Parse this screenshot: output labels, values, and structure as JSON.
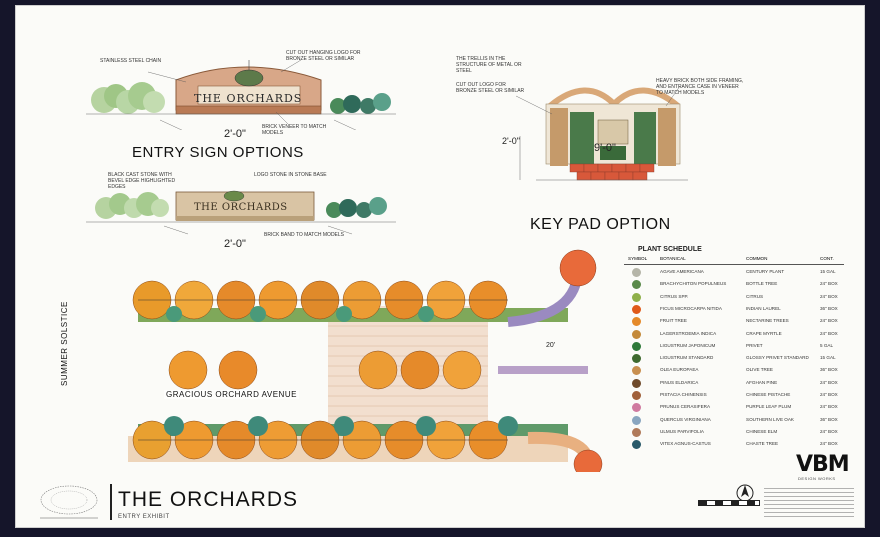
{
  "entry_sign": {
    "heading": "ENTRY SIGN OPTIONS",
    "sign1_text": "THE ORCHARDS",
    "sign2_text": "THE ORCHARDS",
    "note_chain": "STAINLESS STEEL CHAIN",
    "note_logo": "CUT OUT HANGING LOGO FOR BRONZE STEEL OR SIMILAR",
    "note_brick": "BRICK VENEER TO MATCH MODELS",
    "note_blackbase": "BLACK CAST STONE WITH BEVEL EDGE HIGHLIGHTED EDGES",
    "note_logostone": "LOGO STONE IN STONE BASE",
    "note_brickband": "BRICK BAND TO MATCH MODELS",
    "dim1": "2'-0\"",
    "dim2": "2'-0\""
  },
  "keypad": {
    "heading": "KEY PAD OPTION",
    "note_top": "THE TRELLIS IN THE STRUCTURE OF METAL OR STEEL",
    "note_right": "HEAVY BRICK BOTH SIDE FRAMING, AND ENTRANCE CASE IN VENEER TO MATCH MODELS",
    "note_left": "CUT OUT LOGO FOR BRONZE STEEL OR SIMILAR",
    "dim_width": "9'-0\"",
    "dim_height": "2'-0\""
  },
  "plan": {
    "label_avenue": "GRACIOUS ORCHARD AVENUE",
    "label_street": "SUMMER SOLSTICE",
    "dim_right": "20'"
  },
  "schedule": {
    "title": "PLANT SCHEDULE",
    "headers": [
      "SYMBOL",
      "BOTANICAL",
      "COMMON",
      "CONT."
    ],
    "rows": [
      {
        "color": "#b5b5a8",
        "botanical": "AGAVE AMERICANA",
        "common": "CENTURY PLANT",
        "cont": "15 GAL"
      },
      {
        "color": "#5a8a4a",
        "botanical": "BRACHYCHITON POPULNEUS",
        "common": "BOTTLE TREE",
        "cont": "24\" BOX"
      },
      {
        "color": "#8fb04a",
        "botanical": "CITRUS SPP.",
        "common": "CITRUS",
        "cont": "24\" BOX"
      },
      {
        "color": "#e05a1a",
        "botanical": "FICUS MICROCARPA NITIDA",
        "common": "INDIAN LAUREL",
        "cont": "36\" BOX"
      },
      {
        "color": "#e58a2a",
        "botanical": "FRUIT TREE",
        "common": "NECTARINE TREES",
        "cont": "24\" BOX"
      },
      {
        "color": "#c48a3a",
        "botanical": "LAGERSTROEMIA INDICA",
        "common": "CRAPE MYRTLE",
        "cont": "24\" BOX"
      },
      {
        "color": "#2f7a3a",
        "botanical": "LIGUSTRUM JAPONICUM",
        "common": "PRIVET",
        "cont": "5 GAL"
      },
      {
        "color": "#3f6a2f",
        "botanical": "LIGUSTRUM STANDARD",
        "common": "GLOSSY PRIVET STANDARD",
        "cont": "15 GAL"
      },
      {
        "color": "#c99050",
        "botanical": "OLEA EUROPAEA",
        "common": "OLIVE TREE",
        "cont": "36\" BOX"
      },
      {
        "color": "#6f4a2a",
        "botanical": "PINUS ELDARICA",
        "common": "AFGHAN PINE",
        "cont": "24\" BOX"
      },
      {
        "color": "#a0603a",
        "botanical": "PISTACIA CHINENSIS",
        "common": "CHINESE PISTACHE",
        "cont": "24\" BOX"
      },
      {
        "color": "#d07aa0",
        "botanical": "PRUNUS CERASIFERA",
        "common": "PURPLE LEAF PLUM",
        "cont": "24\" BOX"
      },
      {
        "color": "#8aa6c0",
        "botanical": "QUERCUS VIRGINIANA",
        "common": "SOUTHERN LIVE OAK",
        "cont": "36\" BOX"
      },
      {
        "color": "#b07a5a",
        "botanical": "ULMUS PARVIFOLIA",
        "common": "CHINESE ELM",
        "cont": "24\" BOX"
      },
      {
        "color": "#2a5a6a",
        "botanical": "VITEX AGNUS-CASTUS",
        "common": "CHASTE TREE",
        "cont": "24\" BOX"
      }
    ]
  },
  "title_block": {
    "title": "THE ORCHARDS",
    "subtitle": "ENTRY EXHIBIT",
    "firm": "VBM",
    "firm_sub": "DESIGN WORKS"
  }
}
